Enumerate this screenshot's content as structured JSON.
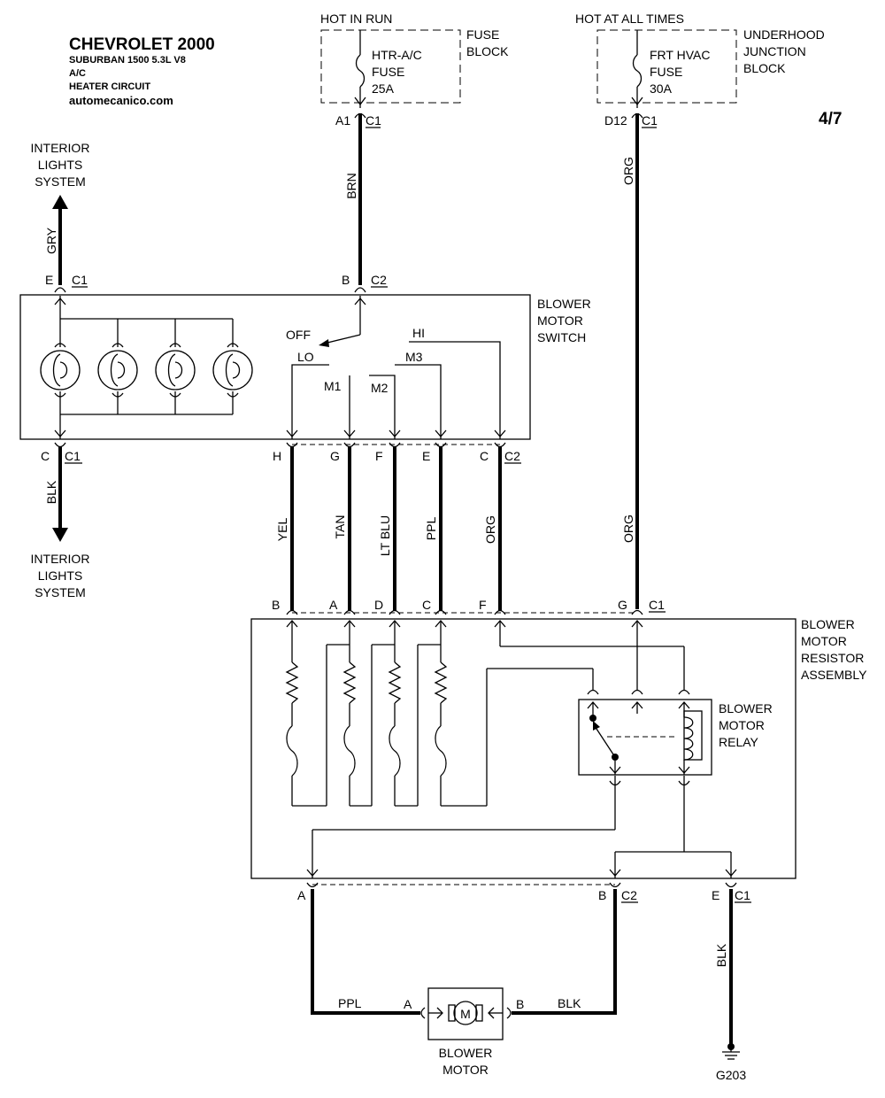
{
  "header": {
    "title": "CHEVROLET 2000",
    "line1": "SUBURBAN 1500  5.3L  V8",
    "line2": "A/C",
    "line3": "HEATER CIRCUIT",
    "site": "automecanico.com",
    "page": "4/7"
  },
  "power": {
    "hot_in_run": "HOT IN RUN",
    "hot_at_all_times": "HOT AT ALL TIMES",
    "fuse_block": [
      "FUSE",
      "BLOCK"
    ],
    "underhood_block": [
      "UNDERHOOD",
      "JUNCTION",
      "BLOCK"
    ],
    "htr_fuse": [
      "HTR-A/C",
      "FUSE",
      "25A"
    ],
    "hvac_fuse": [
      "FRT HVAC",
      "FUSE",
      "30A"
    ]
  },
  "components": {
    "switch": [
      "BLOWER",
      "MOTOR",
      "SWITCH"
    ],
    "resistor": [
      "BLOWER",
      "MOTOR",
      "RESISTOR",
      "ASSEMBLY"
    ],
    "relay": [
      "BLOWER",
      "MOTOR",
      "RELAY"
    ],
    "motor": [
      "BLOWER",
      "MOTOR"
    ],
    "motor_symbol": "M",
    "interior_top": [
      "INTERIOR",
      "LIGHTS",
      "SYSTEM"
    ],
    "interior_bottom": [
      "INTERIOR",
      "LIGHTS",
      "SYSTEM"
    ],
    "ground": "G203"
  },
  "switch_positions": {
    "off": "OFF",
    "lo": "LO",
    "m1": "M1",
    "m2": "M2",
    "m3": "M3",
    "hi": "HI"
  },
  "connectors": {
    "A1": "A1",
    "D12": "D12",
    "B": "B",
    "E": "E",
    "C": "C",
    "H": "H",
    "G": "G",
    "F": "F",
    "A": "A",
    "D": "D",
    "C1": "C1",
    "C2": "C2"
  },
  "wires": {
    "brn": "BRN",
    "org": "ORG",
    "gry": "GRY",
    "blk": "BLK",
    "yel": "YEL",
    "tan": "TAN",
    "ltblu": "LT BLU",
    "ppl": "PPL"
  }
}
